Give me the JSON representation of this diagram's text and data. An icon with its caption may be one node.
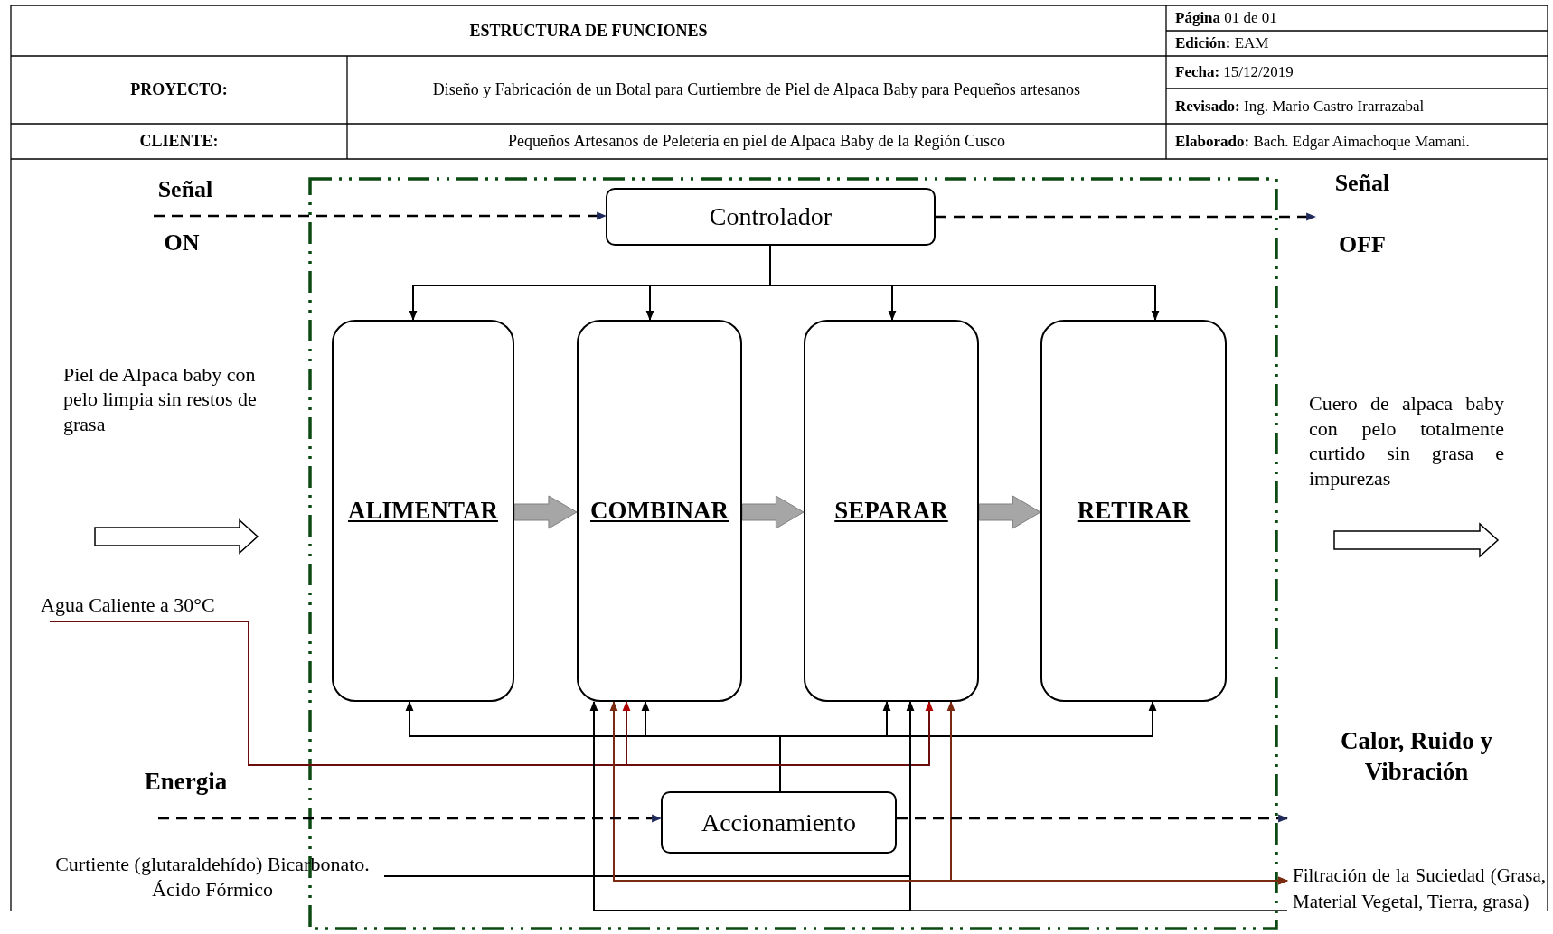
{
  "diagram": {
    "title": "ESTRUCTURA DE FUNCIONES",
    "nodes": [
      {
        "text": [
          "Controlador"
        ]
      },
      {
        "text": [
          "ALIMENTAR"
        ]
      },
      {
        "text": [
          "COMBINAR"
        ]
      },
      {
        "text": [
          "SEPARAR"
        ]
      },
      {
        "text": [
          "RETIRAR"
        ]
      },
      {
        "text": [
          "Accionamiento"
        ]
      },
      {
        "text": [
          "Agua Caliente a 30°C"
        ]
      },
      {
        "text": [
          "Curtiente (glutaraldehído) Bicarbonato. Ácido Fórmico"
        ]
      },
      {
        "text": [
          "Filtración de la Suciedad (Grasa, Material Vegetal, Tierra, grasa)"
        ]
      },
      {
        "text": [
          "Señal",
          "OFF"
        ]
      }
    ],
    "edges": [
      {
        "from": null,
        "to": 0,
        "arrow": "to",
        "style": "dashed"
      },
      {
        "from": 0,
        "to": 9,
        "arrow": "to",
        "style": "dashed"
      },
      {
        "from": 0,
        "to": 1,
        "arrow": "to"
      },
      {
        "from": 0,
        "to": 2,
        "arrow": "to"
      },
      {
        "from": 0,
        "to": 3,
        "arrow": "to"
      },
      {
        "from": 0,
        "to": 4,
        "arrow": "to"
      },
      {
        "from": 1,
        "to": 2,
        "arrow": "to",
        "style": "thick",
        "color": "#a6a6a6"
      },
      {
        "from": 2,
        "to": 3,
        "arrow": "to",
        "style": "thick",
        "color": "#a6a6a6"
      },
      {
        "from": 3,
        "to": 4,
        "arrow": "to",
        "style": "thick",
        "color": "#a6a6a6"
      },
      {
        "from": 5,
        "to": 1,
        "arrow": "to"
      },
      {
        "from": 5,
        "to": 2,
        "arrow": "to"
      },
      {
        "from": 5,
        "to": 3,
        "arrow": "to"
      },
      {
        "from": 5,
        "to": 4,
        "arrow": "to"
      },
      {
        "from": 6,
        "to": 3,
        "arrow": "to",
        "color": "#6b0d0d"
      },
      {
        "from": 6,
        "to": 2,
        "arrow": "to",
        "color": "#6b0d0d"
      },
      {
        "from": 7,
        "to": 2,
        "arrow": "to"
      },
      {
        "from": 7,
        "to": 3,
        "arrow": "to"
      },
      {
        "from": 7,
        "to": 8,
        "arrow": "none"
      },
      {
        "from": 2,
        "to": 8,
        "arrow": "both",
        "color": "#7a2a10"
      },
      {
        "from": 3,
        "to": 8,
        "arrow": "both",
        "color": "#7a2a10"
      },
      {
        "from": null,
        "to": 5,
        "arrow": "to",
        "style": "dashed"
      },
      {
        "from": 5,
        "to": 8,
        "arrow": "to",
        "style": "dashed"
      }
    ],
    "labels": [
      "PROYECTO:",
      "Diseño y Fabricación de un Botal para Curtiembre de Piel de Alpaca Baby para Pequeños artesanos",
      "CLIENTE:",
      "Pequeños Artesanos de Peletería en piel de Alpaca Baby de la Región Cusco",
      "**Página** 01 de 01",
      "**Edición:** EAM",
      "**Fecha:** 15/12/2019",
      "**Revisado:** Ing. Mario Castro Irarrazabal",
      "**Elaborado:** Bach. Edgar Aimachoque Mamani.",
      "Señal",
      "ON",
      "Piel de Alpaca baby con pelo limpia sin restos de grasa",
      "Cuero de alpaca baby con pelo totalmente curtido sin grasa e impurezas",
      "Calor, Ruido y Vibración",
      "Energia"
    ]
  }
}
